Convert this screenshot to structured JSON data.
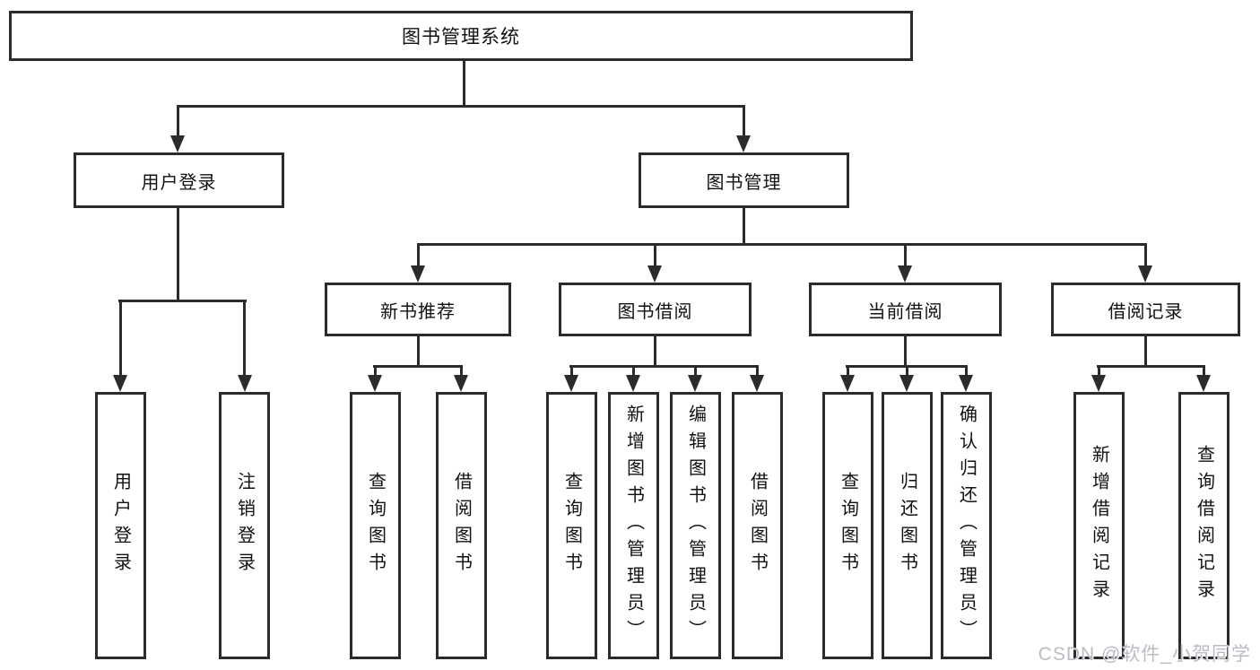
{
  "tree": {
    "label": "图书管理系统",
    "children": [
      {
        "label": "用户登录",
        "children": [
          {
            "label": "用户登录"
          },
          {
            "label": "注销登录"
          }
        ]
      },
      {
        "label": "图书管理",
        "children": [
          {
            "label": "新书推荐",
            "children": [
              {
                "label": "查询图书"
              },
              {
                "label": "借阅图书"
              }
            ]
          },
          {
            "label": "图书借阅",
            "children": [
              {
                "label": "查询图书"
              },
              {
                "label": "新增图书（管理员）"
              },
              {
                "label": "编辑图书（管理员）"
              },
              {
                "label": "借阅图书"
              }
            ]
          },
          {
            "label": "当前借阅",
            "children": [
              {
                "label": "查询图书"
              },
              {
                "label": "归还图书"
              },
              {
                "label": "确认归还（管理员）"
              }
            ]
          },
          {
            "label": "借阅记录",
            "children": [
              {
                "label": "新增借阅记录"
              },
              {
                "label": "查询借阅记录"
              }
            ]
          }
        ]
      }
    ]
  },
  "watermark": {
    "text": "CSDN @软件_小贺同学"
  },
  "colors": {
    "line": "#2b2b2b",
    "text": "#111111",
    "watermark": "#b9bdc3",
    "background": "#ffffff"
  }
}
